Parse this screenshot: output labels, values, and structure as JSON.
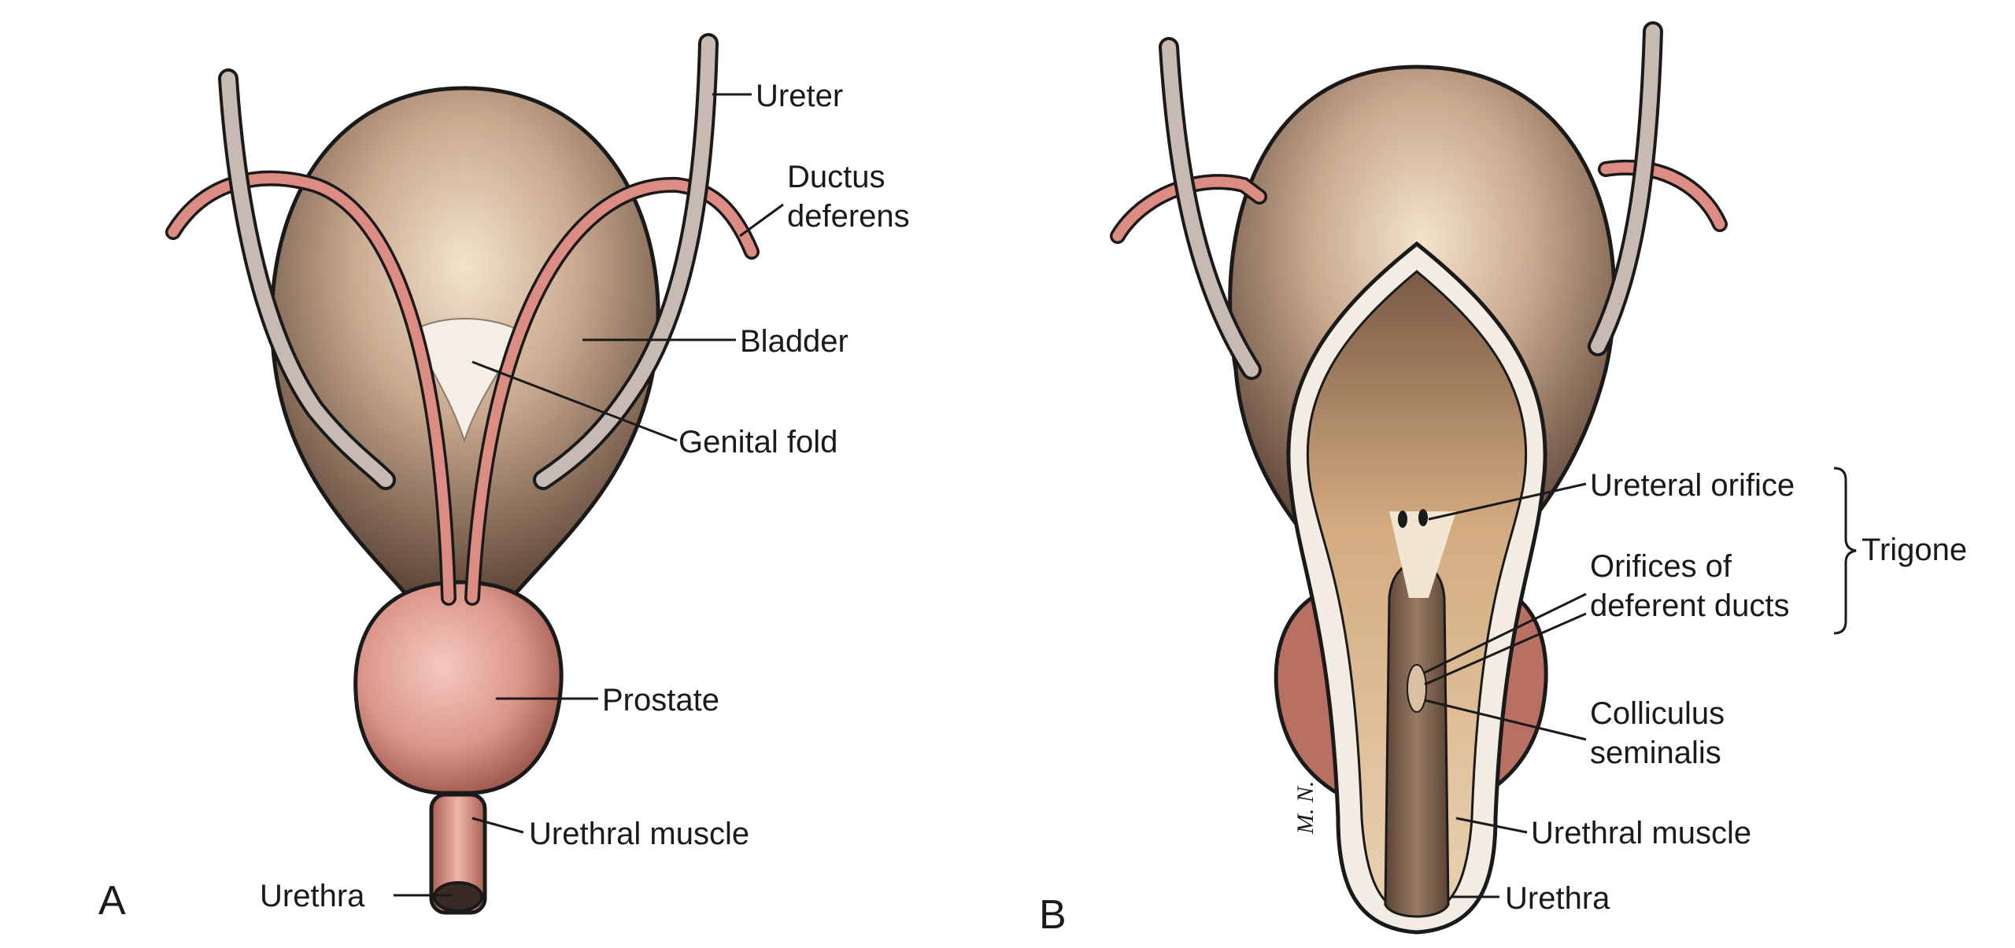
{
  "panels": {
    "a": "A",
    "b": "B"
  },
  "labels_a": {
    "ureter": "Ureter",
    "ductus_line1": "Ductus",
    "ductus_line2": "deferens",
    "bladder": "Bladder",
    "genital_fold": "Genital fold",
    "prostate": "Prostate",
    "urethral_muscle": "Urethral muscle",
    "urethra": "Urethra"
  },
  "labels_b": {
    "ureteral_orifice": "Ureteral orifice",
    "orifices_line1": "Orifices of",
    "orifices_line2": "deferent ducts",
    "trigone": "Trigone",
    "colliculus_line1": "Colliculus",
    "colliculus_line2": "seminalis",
    "urethral_muscle": "Urethral muscle",
    "urethra": "Urethra"
  },
  "signature": "M. N.",
  "colors": {
    "bladder_dark": "#6e5646",
    "bladder_light": "#efd9bf",
    "duct_pink": "#d98a80",
    "ureter_gray": "#b9aaa2",
    "prostate_pink": "#e6a59b",
    "prostate_dark": "#b46a5e",
    "interior_tan": "#c9a27a",
    "interior_dark": "#7a5a45",
    "ink": "#1a1a1a"
  }
}
